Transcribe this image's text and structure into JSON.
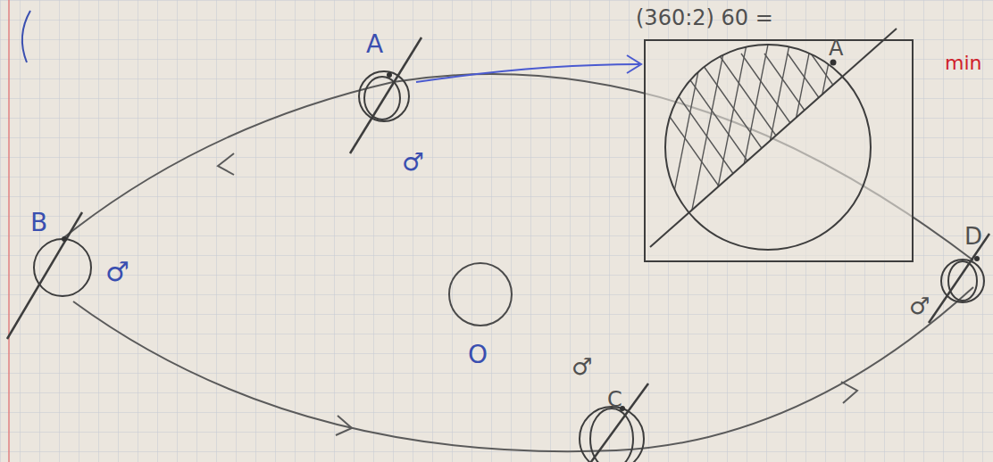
{
  "diagram": {
    "labels": [
      "(360:2) 60 =",
      "min",
      "A",
      "A",
      "♂",
      "B",
      "♂",
      "O",
      "♂",
      "C",
      "D",
      "♂"
    ]
  }
}
